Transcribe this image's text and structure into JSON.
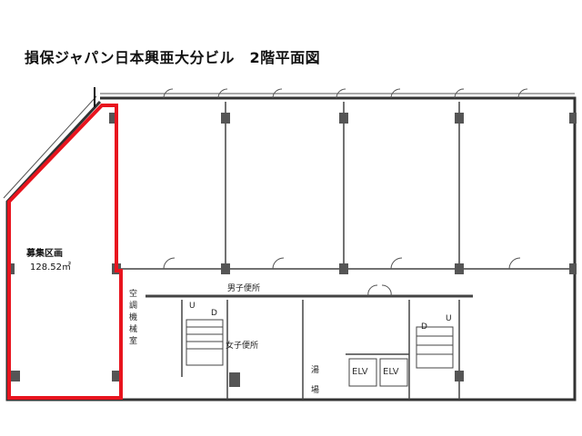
{
  "title": "損保ジャパン日本興亜大分ビル　2階平面図",
  "area": {
    "name": "募集区画",
    "size": "128.52㎡",
    "outline_color": "#e8141e"
  },
  "rooms": {
    "machine_room": "空調機械室",
    "mens_restroom": "男子便所",
    "womens_restroom": "女子便所",
    "kitchen_top": "湯",
    "kitchen_bottom": "場",
    "elevator_1": "ELV",
    "elevator_2": "ELV",
    "stair_left_up": "U",
    "stair_left_down": "D",
    "stair_right_down": "D",
    "stair_right_up": "U"
  }
}
